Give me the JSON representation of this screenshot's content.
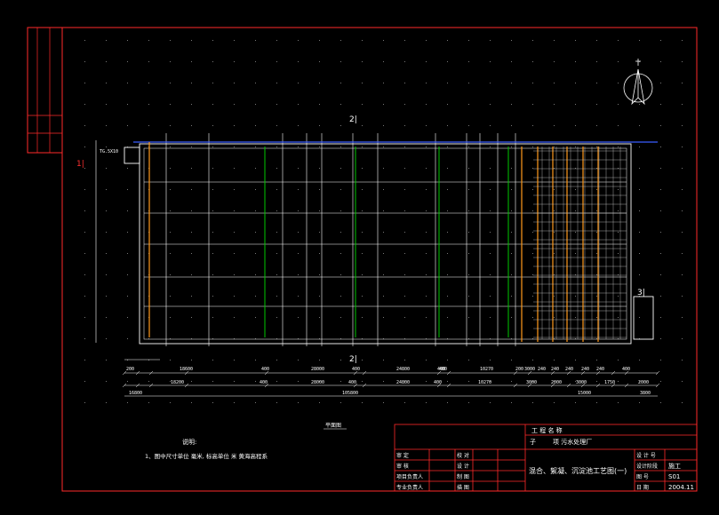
{
  "colors": {
    "background": "#000000",
    "frame": "#ff2a2a",
    "line": "#ffffff",
    "dim": "#e6e6e6",
    "accent_green": "#00c800",
    "accent_orange": "#ff9a1a",
    "accent_blue": "#3a5cff",
    "accent_cyan": "#22e0e0",
    "accent_yellow": "#ffff00",
    "accent_red": "#ff3030"
  },
  "drawing": {
    "section_marks": {
      "top": "2|",
      "bottom": "2|",
      "right": "3|",
      "left": "1|"
    },
    "left_callout": "TG.5X10",
    "dimensions_row1": [
      "200",
      "400",
      "18600",
      "400",
      "28000",
      "400",
      "24800",
      "400",
      "10270",
      "200",
      "3000",
      "240",
      "240",
      "240",
      "240",
      "240",
      "400"
    ],
    "dimensions_row2": [
      "18200",
      "400",
      "28000",
      "400",
      "24800",
      "400",
      "10270",
      "3000",
      "2000",
      "3000",
      "1750",
      "2000"
    ],
    "dimensions_total": [
      "16800",
      "105800",
      "15000",
      "3800"
    ],
    "plan_label": "平面图"
  },
  "notes": {
    "title": "说明:",
    "item1": "1、图中尺寸单位 毫米, 标高单位 米  黄海高程系"
  },
  "title_block": {
    "project_label": "工 程 名 称",
    "sub_label": "子",
    "sub_value": "项   污水处理厂",
    "drawing_title": "混合、絮凝、沉淀池工艺图(一)",
    "rows_left": [
      "审   定",
      "审   核",
      "项目负责人",
      "专业负责人"
    ],
    "rows_mid": [
      "校   对",
      "设   计",
      "制   图",
      "描   图"
    ],
    "right_labels": [
      "设 计 号",
      "设计阶段",
      "图   号",
      "日   期"
    ],
    "right_values": [
      "",
      "施工",
      "S01",
      "2004.11"
    ]
  }
}
